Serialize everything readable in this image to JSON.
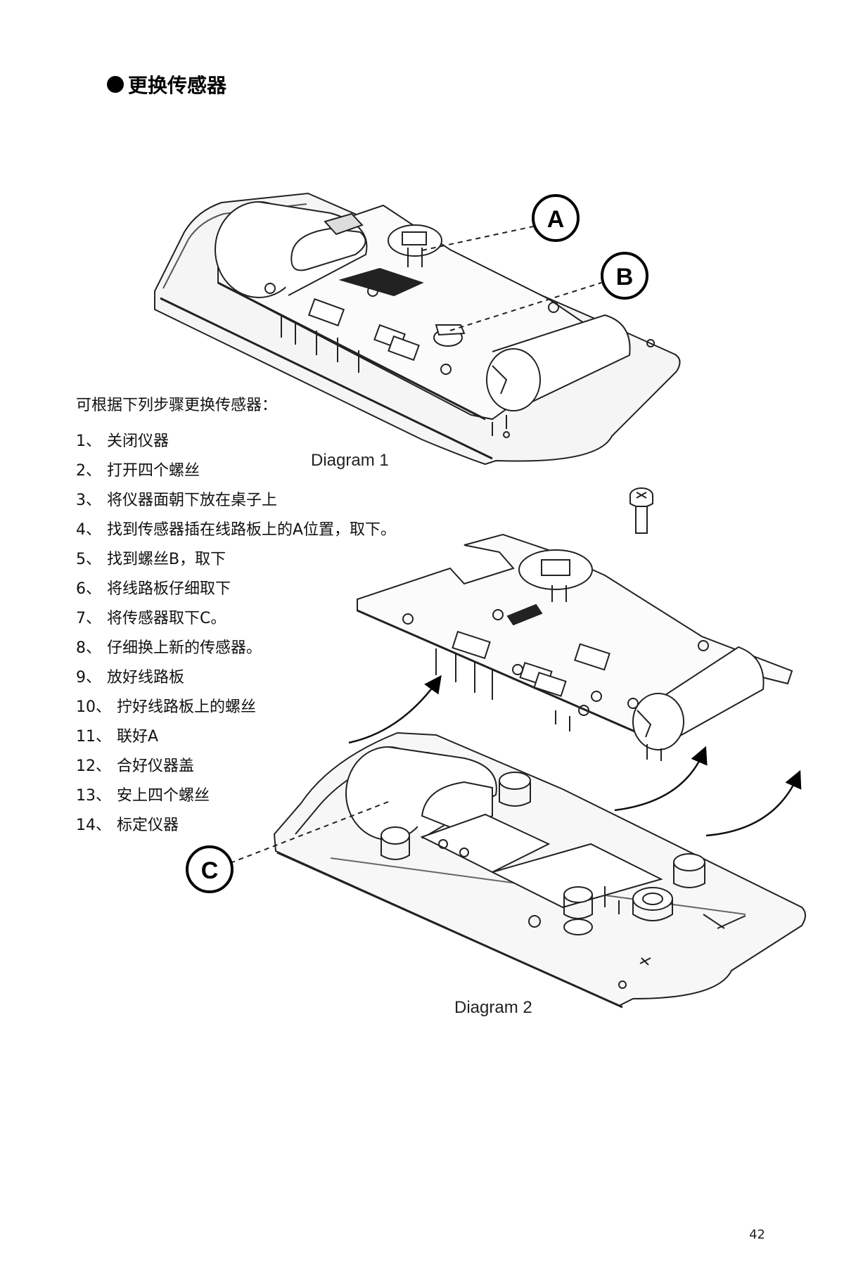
{
  "section": {
    "title": "更换传感器",
    "bullet_icon": "filled-circle-bullet"
  },
  "instructions": {
    "intro": "可根据下列步骤更换传感器：",
    "steps": [
      {
        "num": "1、",
        "text": "关闭仪器"
      },
      {
        "num": "2、",
        "text": "打开四个螺丝"
      },
      {
        "num": "3、",
        "text": "将仪器面朝下放在桌子上"
      },
      {
        "num": "4、",
        "text": "找到传感器插在线路板上的A位置，取下。"
      },
      {
        "num": "5、",
        "text": "找到螺丝B，取下"
      },
      {
        "num": "6、",
        "text": "将线路板仔细取下"
      },
      {
        "num": "7、",
        "text": "将传感器取下C。"
      },
      {
        "num": "8、",
        "text": "仔细换上新的传感器。"
      },
      {
        "num": "9、",
        "text": "放好线路板"
      },
      {
        "num": "10、",
        "text": "拧好线路板上的螺丝"
      },
      {
        "num": "11、",
        "text": "联好A"
      },
      {
        "num": "12、",
        "text": "合好仪器盖"
      },
      {
        "num": "13、",
        "text": "安上四个螺丝"
      },
      {
        "num": "14、",
        "text": "标定仪器"
      }
    ]
  },
  "diagrams": {
    "diagram1_caption": "Diagram 1",
    "diagram2_caption": "Diagram 2",
    "callouts": {
      "a": "A",
      "b": "B",
      "c": "C"
    }
  },
  "page": {
    "number": "42"
  }
}
